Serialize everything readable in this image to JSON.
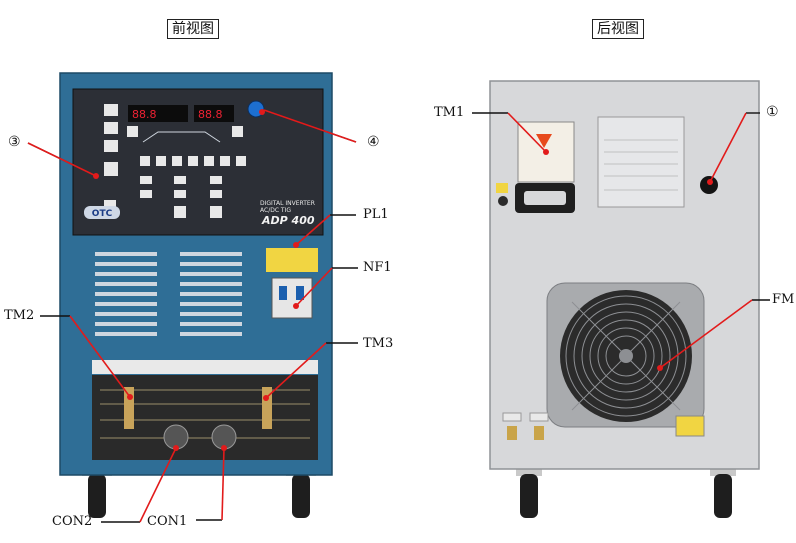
{
  "front_view": {
    "title": "前视图",
    "panel": {
      "logo": "OTC",
      "model_line1": "DIGITAL INVERTER",
      "model_line2": "AC/DC TIG",
      "model_name": "ADP 400"
    }
  },
  "back_view": {
    "title": "后视图"
  },
  "callouts": {
    "c3": "③",
    "c4": "④",
    "pl1": "PL1",
    "nf1": "NF1",
    "tm2": "TM2",
    "tm3": "TM3",
    "con2": "CON2",
    "con1": "CON1",
    "tm1": "TM1",
    "c1": "①",
    "fm": "FM"
  },
  "colors": {
    "front_body": "#2f6e96",
    "front_body_dark": "#245877",
    "control_panel": "#2c2f36",
    "back_body": "#d7d8da",
    "callout_red": "#e21b1b"
  }
}
